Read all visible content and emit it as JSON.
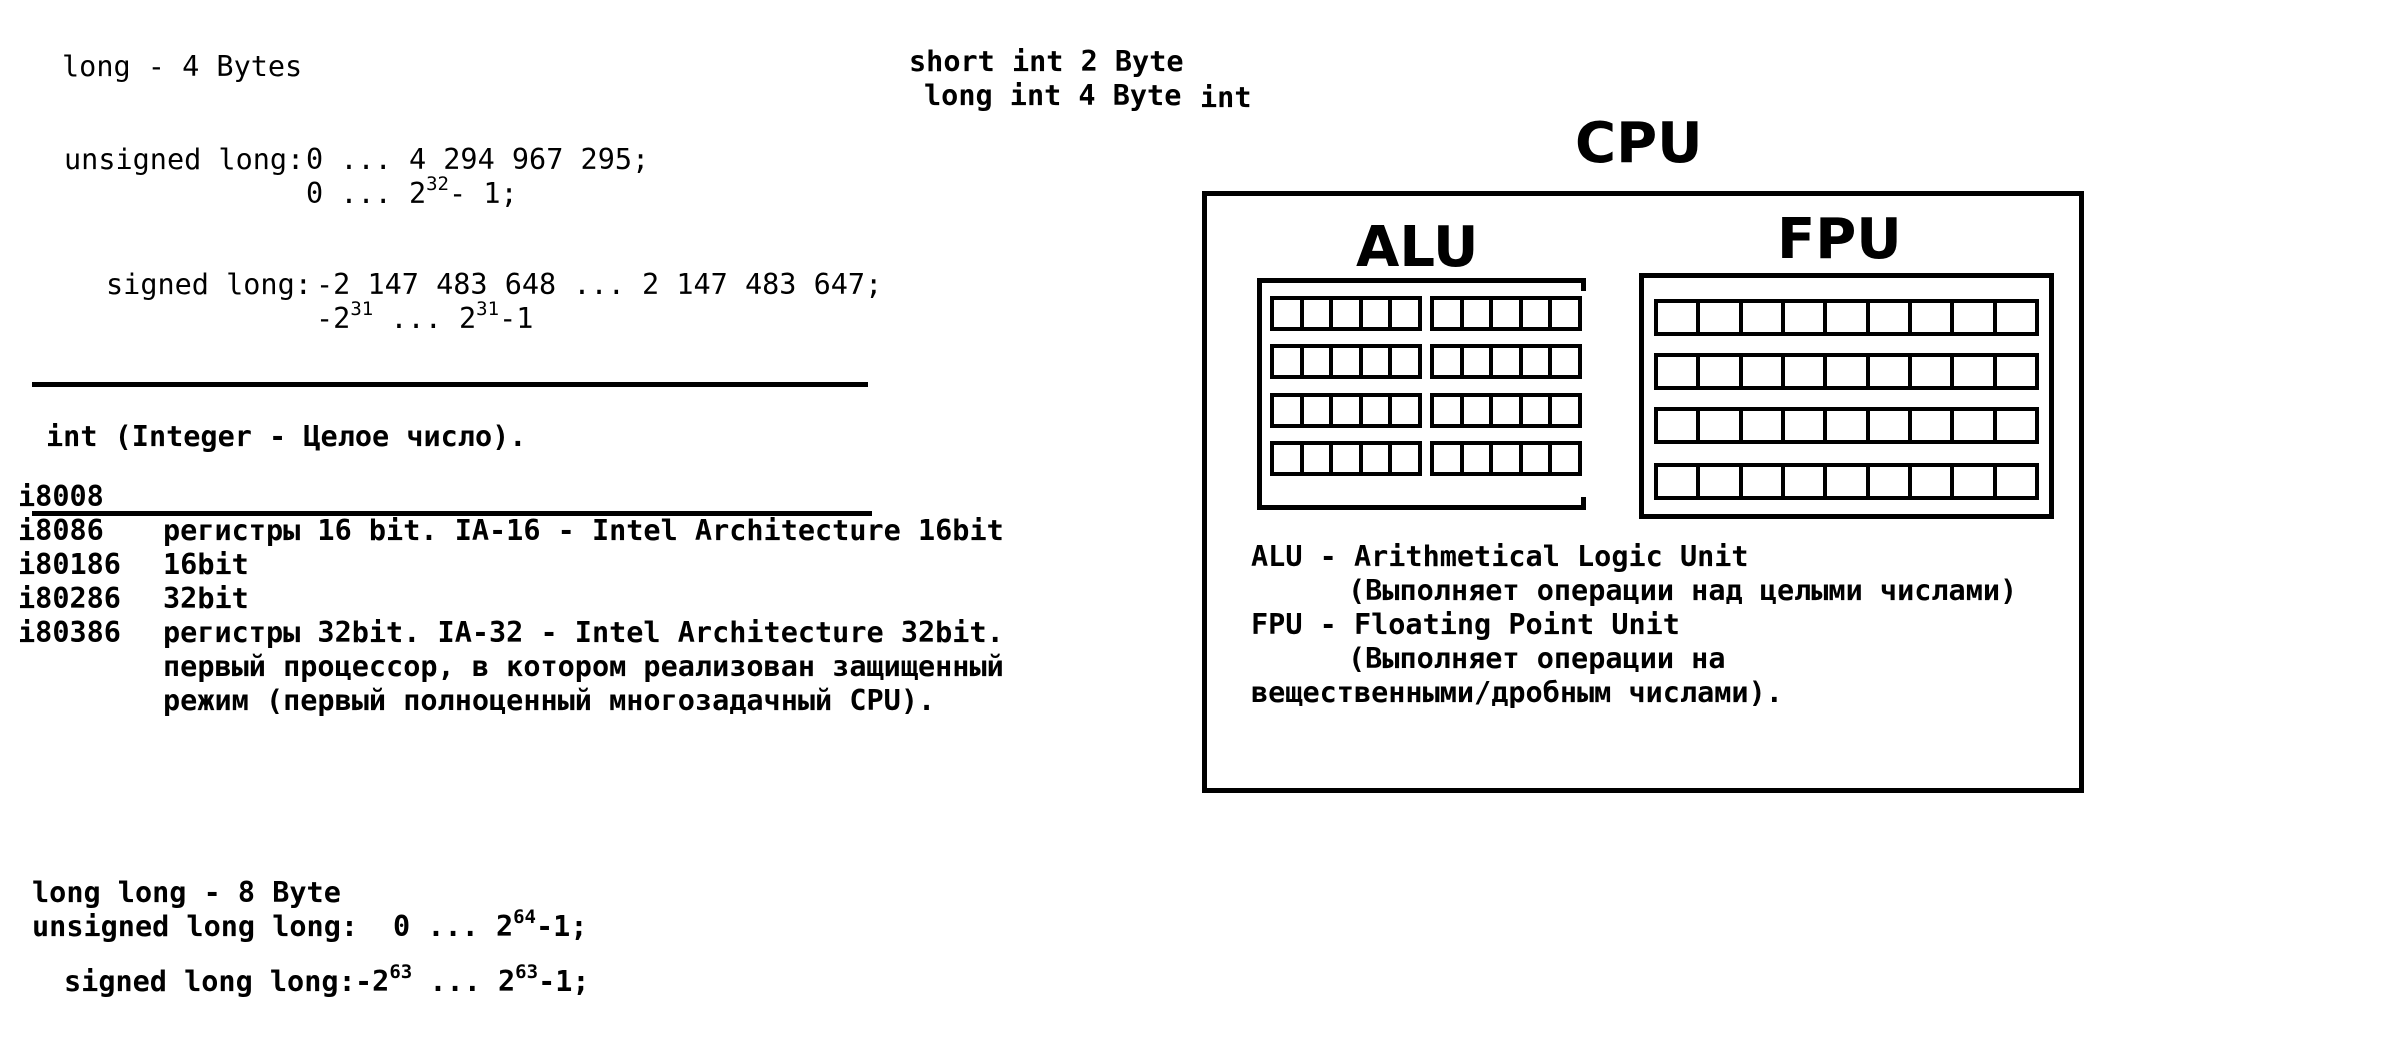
{
  "left_notes": {
    "long_size": "long - 4 Bytes",
    "unsigned_long_label": "unsigned long:",
    "unsigned_long_range": "0 ... 4 294 967 295;",
    "unsigned_long_pow_prefix": "0 ... 2",
    "unsigned_long_pow_exp": "32",
    "unsigned_long_pow_suffix": "- 1;",
    "signed_long_label": "signed long:",
    "signed_long_range": "-2 147 483 648 ... 2 147 483 647;",
    "signed_long_pow_a_prefix": "-2",
    "signed_long_pow_a_exp": "31",
    "signed_long_pow_mid": " ... 2",
    "signed_long_pow_b_exp": "31",
    "signed_long_pow_suffix": "-1"
  },
  "top_notes": {
    "short_int": "short int 2 Byte",
    "long_int": "long int 4 Byte",
    "int": "int"
  },
  "int_section": {
    "heading": "int (Integer - Целое число).",
    "processors": [
      {
        "name": "i8008",
        "desc": ""
      },
      {
        "name": "i8086",
        "desc": "регистры 16 bit. IA-16 - Intel Architecture 16bit"
      },
      {
        "name": "i80186",
        "desc": "16bit"
      },
      {
        "name": "i80286",
        "desc": "32bit"
      },
      {
        "name": "i80386",
        "desc": "регистры 32bit. IA-32 - Intel Architecture 32bit."
      }
    ],
    "i80386_note_line1": "первый процессор, в котором реализован защищенный",
    "i80386_note_line2": "режим (первый полноценный многозадачный CPU)."
  },
  "long_long": {
    "size": "long long - 8 Byte",
    "unsigned_label": "unsigned long long:",
    "unsigned_prefix": "0 ... 2",
    "unsigned_exp": "64",
    "unsigned_suffix": "-1;",
    "signed_label": "signed long long:",
    "signed_prefix": "-2",
    "signed_exp_a": "63",
    "signed_mid": " ... 2",
    "signed_exp_b": "63",
    "signed_suffix": "-1;"
  },
  "cpu_diagram": {
    "cpu_label": "CPU",
    "alu_label": "ALU",
    "fpu_label": "FPU",
    "alu_desc": "ALU - Arithmetical Logic Unit",
    "alu_desc_detail": "(Выполняет операции над целыми числами)",
    "fpu_desc": "FPU - Floating Point Unit",
    "fpu_desc_detail": "(Выполняет операции на",
    "fpu_desc_detail2": "вещественными/дробным числами)."
  },
  "colors": {
    "ink": "#000000",
    "background": "#ffffff"
  }
}
